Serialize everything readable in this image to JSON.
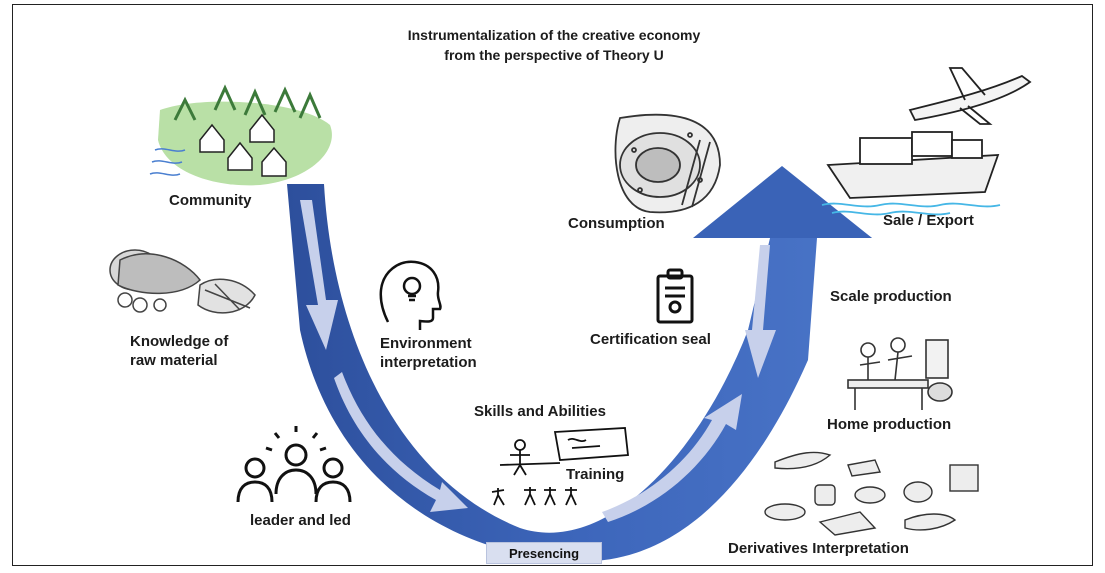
{
  "title": {
    "line1": "Instrumentalization of the creative economy",
    "line2": "from the perspective of Theory U"
  },
  "labels": {
    "community": "Community",
    "knowledge_line1": "Knowledge of",
    "knowledge_line2": "raw material",
    "environment_line1": "Environment",
    "environment_line2": "interpretation",
    "leader": "leader and led",
    "skills": "Skills and Abilities",
    "training": "Training",
    "presencing": "Presencing",
    "certification": "Certification seal",
    "consumption": "Consumption",
    "sale": "Sale / Export",
    "scale": "Scale production",
    "home": "Home production",
    "derivatives": "Derivatives Interpretation"
  },
  "colors": {
    "u_shape": "#3a63b7",
    "u_dark": "#2e4f9a",
    "inner_arrow": "#c7d0eb",
    "presencing_box": "#d9dff0",
    "text": "#1c1c1c"
  },
  "icons": [
    "village-icon",
    "fish-and-vegetables-icon",
    "head-lightbulb-icon",
    "leaders-group-icon",
    "training-sketch-icon",
    "certificate-clipboard-icon",
    "plate-cutlery-icon",
    "ship-plane-icon",
    "workers-icon",
    "food-products-icon"
  ]
}
